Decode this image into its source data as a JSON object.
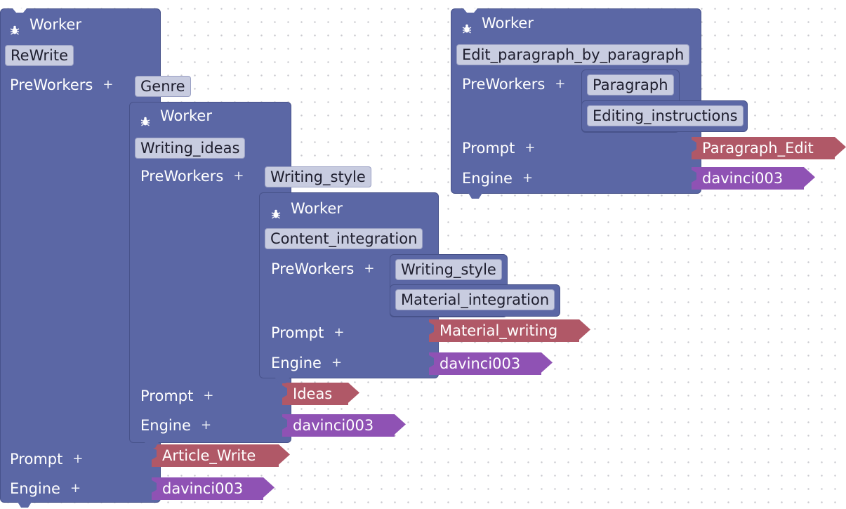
{
  "canvas": {
    "background": "#ffffff",
    "dot_color": "#c9c9cf"
  },
  "colors": {
    "block": "#5b67a5",
    "chip": "#c8cce0",
    "prompt_value": "#b05867",
    "engine_value": "#8f52b4"
  },
  "labels": {
    "worker": "Worker",
    "preworkers": "PreWorkers",
    "prompt": "Prompt",
    "engine": "Engine",
    "plus": "+"
  },
  "workers": {
    "rewrite": {
      "name": "ReWrite",
      "preworkers": [
        "Genre"
      ],
      "prompt": "Article_Write",
      "engine": "davinci003"
    },
    "writing_ideas": {
      "name": "Writing_ideas",
      "preworkers": [
        "Writing_style"
      ],
      "prompt": "Ideas",
      "engine": "davinci003"
    },
    "content_integration": {
      "name": "Content_integration",
      "preworkers": [
        "Writing_style",
        "Material_integration"
      ],
      "prompt": "Material_writing",
      "engine": "davinci003"
    },
    "edit": {
      "name": "Edit_paragraph_by_paragraph",
      "preworkers": [
        "Paragraph",
        "Editing_instructions"
      ],
      "prompt": "Paragraph_Edit",
      "engine": "davinci003"
    }
  }
}
